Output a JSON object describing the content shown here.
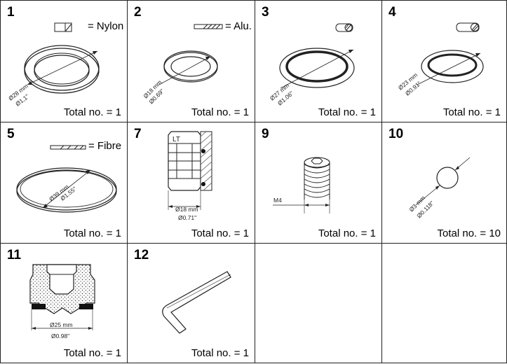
{
  "cells": [
    {
      "number": "1",
      "material": "= Nylon",
      "dim_mm": "Ø28 mm",
      "dim_in": "Ø1,1\"",
      "total": "Total no. = 1"
    },
    {
      "number": "2",
      "material": "= Alu.",
      "dim_mm": "Ø18 mm",
      "dim_in": "Ø0.69\"",
      "total": "Total no. = 1"
    },
    {
      "number": "3",
      "dim_mm": "Ø27 mm",
      "dim_in": "Ø1.06\"",
      "total": "Total no. = 1"
    },
    {
      "number": "4",
      "dim_mm": "Ø23 mm",
      "dim_in": "Ø0.91\"",
      "total": "Total no. = 1"
    },
    {
      "number": "5",
      "material": "= Fibre",
      "dim_mm": "Ø39 mm",
      "dim_in": "Ø1.55\"",
      "total": "Total no. = 1"
    },
    {
      "number": "7",
      "label": "LT",
      "dim_mm": "Ø18 mm",
      "dim_in": "Ø0.71\"",
      "total": "Total no. = 1"
    },
    {
      "number": "9",
      "label": "M4",
      "total": "Total no. = 1"
    },
    {
      "number": "10",
      "dim_mm": "Ø3 mm",
      "dim_in": "Ø0.118\"",
      "total": "Total no. = 10"
    },
    {
      "number": "11",
      "dim_mm": "Ø25 mm",
      "dim_in": "Ø0.98\"",
      "total": "Total no. = 1"
    },
    {
      "number": "12",
      "total": "Total no. = 1"
    },
    {},
    {}
  ],
  "colors": {
    "line": "#222222",
    "hatch": "#555555",
    "seal": "#111111",
    "fill_light": "#f2f2f2"
  }
}
